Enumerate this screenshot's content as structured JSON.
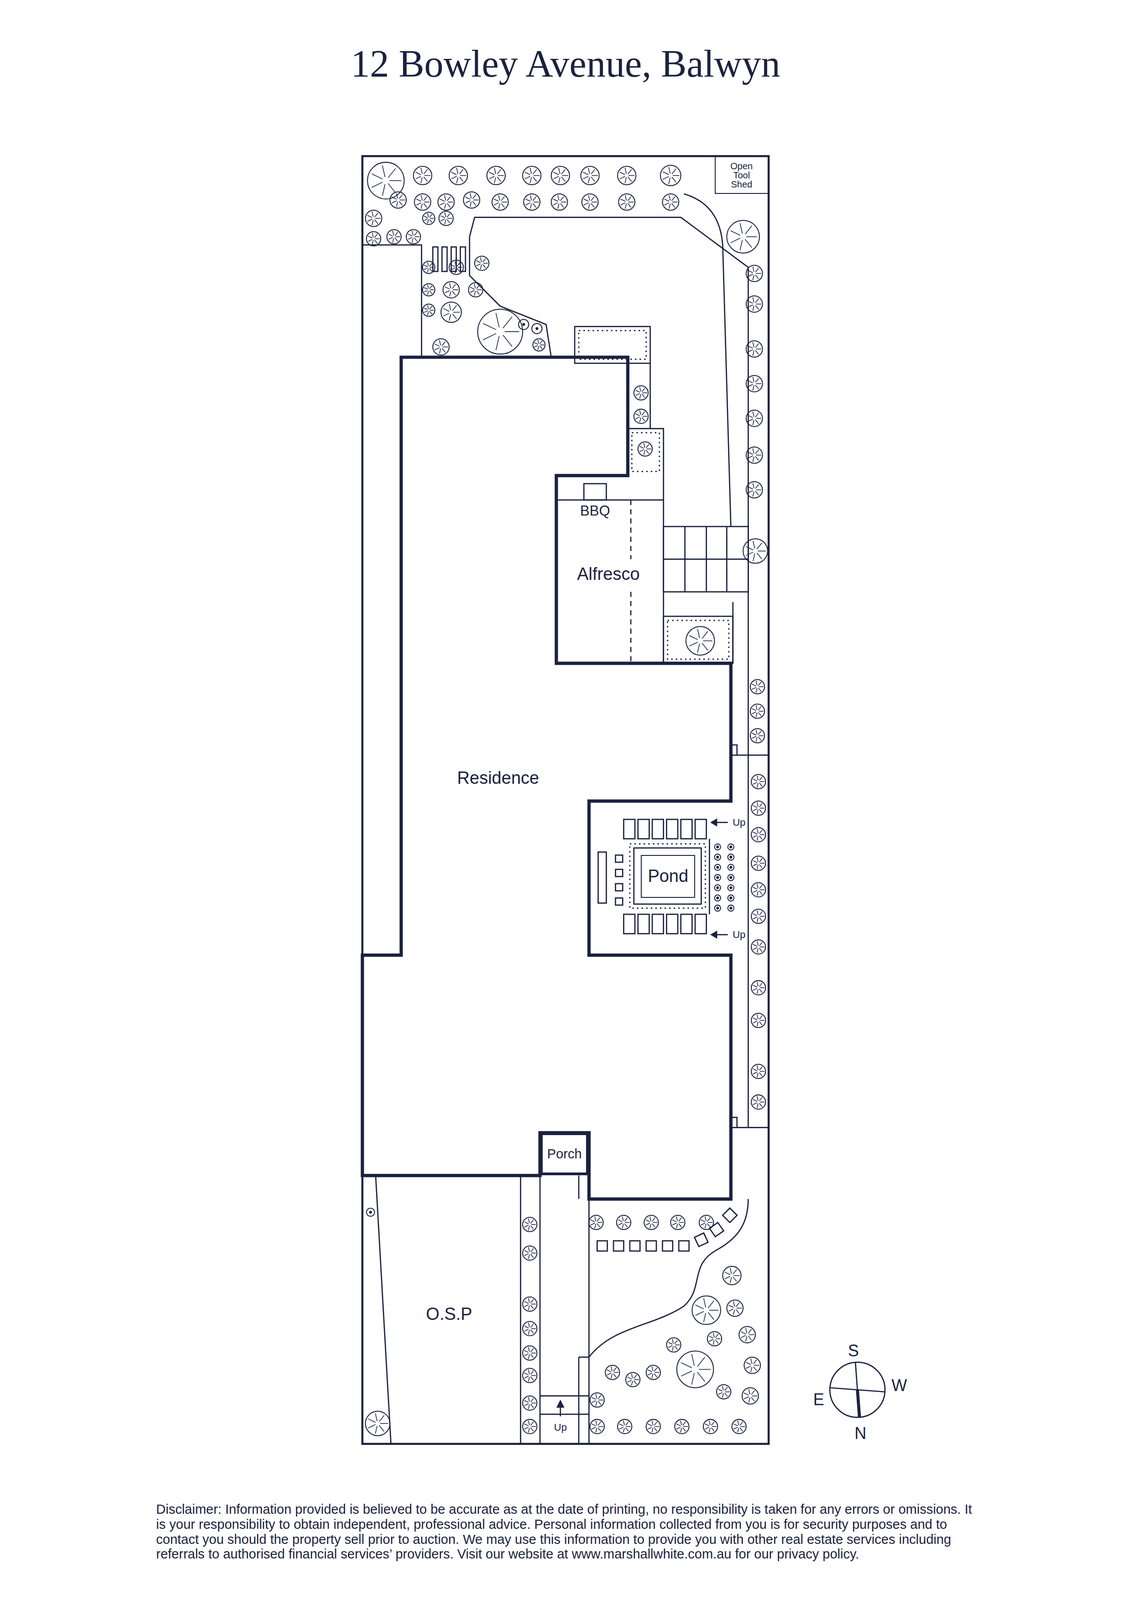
{
  "diagram": {
    "title": "12 Bowley Avenue, Balwyn",
    "caption": "Disclaimer: Information provided is believed to be accurate as at the date of printing, no responsibility is taken for any errors or omissions. It is your responsibility to obtain independent, professional advice. Personal information collected from you is for security purposes and to contact you should the property sell prior to auction. We may use this information to provide you with other real estate services including referrals to authorised financial services’ providers. Visit our website at www.marshallwhite.com.au for our privacy policy.",
    "nodes": [
      {
        "text": [
          "Open Tool Shed"
        ]
      },
      {
        "text": [
          "Alfresco"
        ]
      },
      {
        "text": [
          "BBQ"
        ],
        "in": 1
      },
      {
        "text": [
          "Residence"
        ]
      },
      {
        "text": [
          "Pond"
        ]
      },
      {
        "text": [
          "Porch"
        ]
      },
      {
        "text": [
          "O.S.P"
        ]
      }
    ],
    "labels": [
      "Up",
      "Up",
      "Up",
      "S",
      "W",
      "E",
      "N"
    ]
  }
}
